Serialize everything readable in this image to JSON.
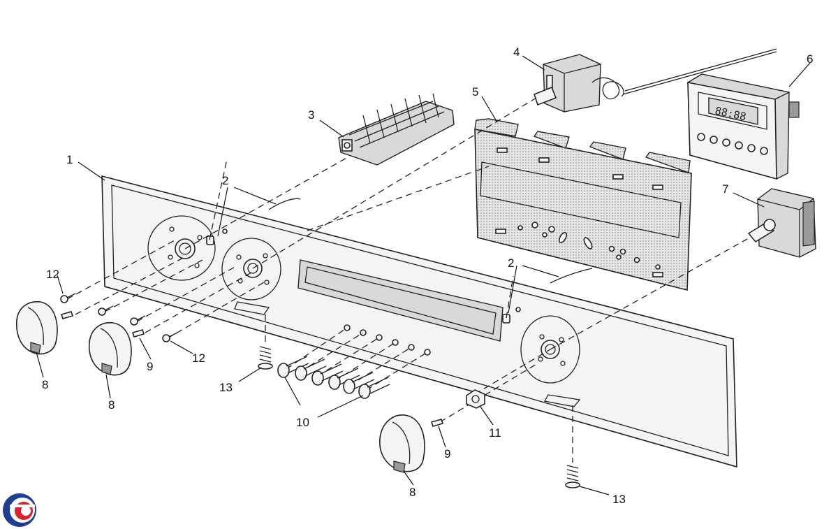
{
  "callouts": {
    "c1": "1",
    "c2a": "2",
    "c2b": "2",
    "c3": "3",
    "c4": "4",
    "c5": "5",
    "c6": "6",
    "c7": "7",
    "c8a": "8",
    "c8b": "8",
    "c8c": "8",
    "c9a": "9",
    "c9b": "9",
    "c10": "10",
    "c11": "11",
    "c12a": "12",
    "c12b": "12",
    "c13a": "13",
    "c13b": "13"
  },
  "timer_display": "88:88",
  "logo": {
    "colors": [
      "#1f3f93",
      "#d9242b"
    ]
  }
}
